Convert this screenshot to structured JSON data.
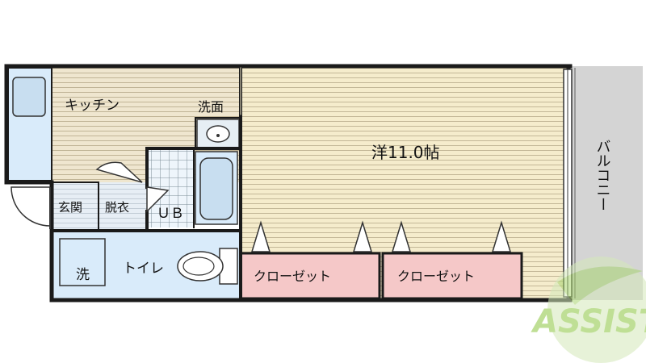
{
  "labels": {
    "kitchen": "キッチン",
    "washbasin": "洗面",
    "western_room": "洋11.0帖",
    "balcony": "バルコニー",
    "entrance": "玄関",
    "dressing": "脱衣",
    "unit_bath": "ＵＢ",
    "toilet": "トイレ",
    "washer": "洗",
    "closet_left": "クローゼット",
    "closet_right": "クローゼット"
  },
  "logo": {
    "text": "ASSIST"
  },
  "colors": {
    "floor_wood": "#f5eccc",
    "wood_line": "#b7aa8a",
    "kitchen_floor": "#efe6cf",
    "wet_area": "#d9ebfa",
    "closet": "#f5c8c8",
    "balcony": "#d4d4d4",
    "wall": "#1a1a1a",
    "logo_green": "#8cc63f"
  }
}
